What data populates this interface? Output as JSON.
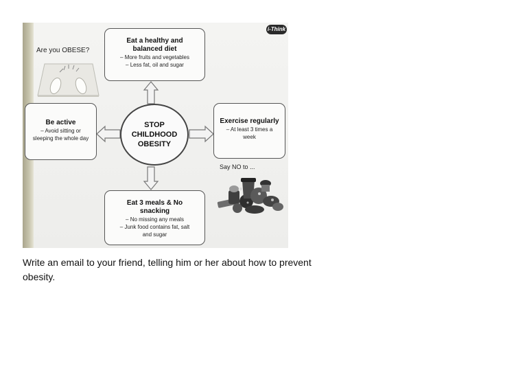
{
  "logo": "i-Think",
  "obese_question": "Are you OBESE?",
  "center": {
    "line1": "STOP",
    "line2": "CHILDHOOD",
    "line3": "OBESITY"
  },
  "top": {
    "title1": "Eat a healthy and",
    "title2": "balanced diet",
    "item1": "– More fruits and vegetables",
    "item2": "– Less fat, oil and sugar"
  },
  "left": {
    "title": "Be active",
    "item1": "– Avoid sitting or",
    "item2": "sleeping the whole day"
  },
  "right": {
    "title": "Exercise regularly",
    "item1": "– At least 3 times a",
    "item2": "week"
  },
  "bottom": {
    "title1": "Eat 3 meals & No",
    "title2": "snacking",
    "item1": "– No missing any meals",
    "item2": "– Junk food contains fat, salt",
    "item3": "and sugar"
  },
  "say_no": "Say NO to ...",
  "instruction": "Write an email to your friend, telling him or her about how to prevent obesity.",
  "colors": {
    "arrow_fill": "#f3f3f3",
    "arrow_stroke": "#777777",
    "box_border": "#555555"
  }
}
